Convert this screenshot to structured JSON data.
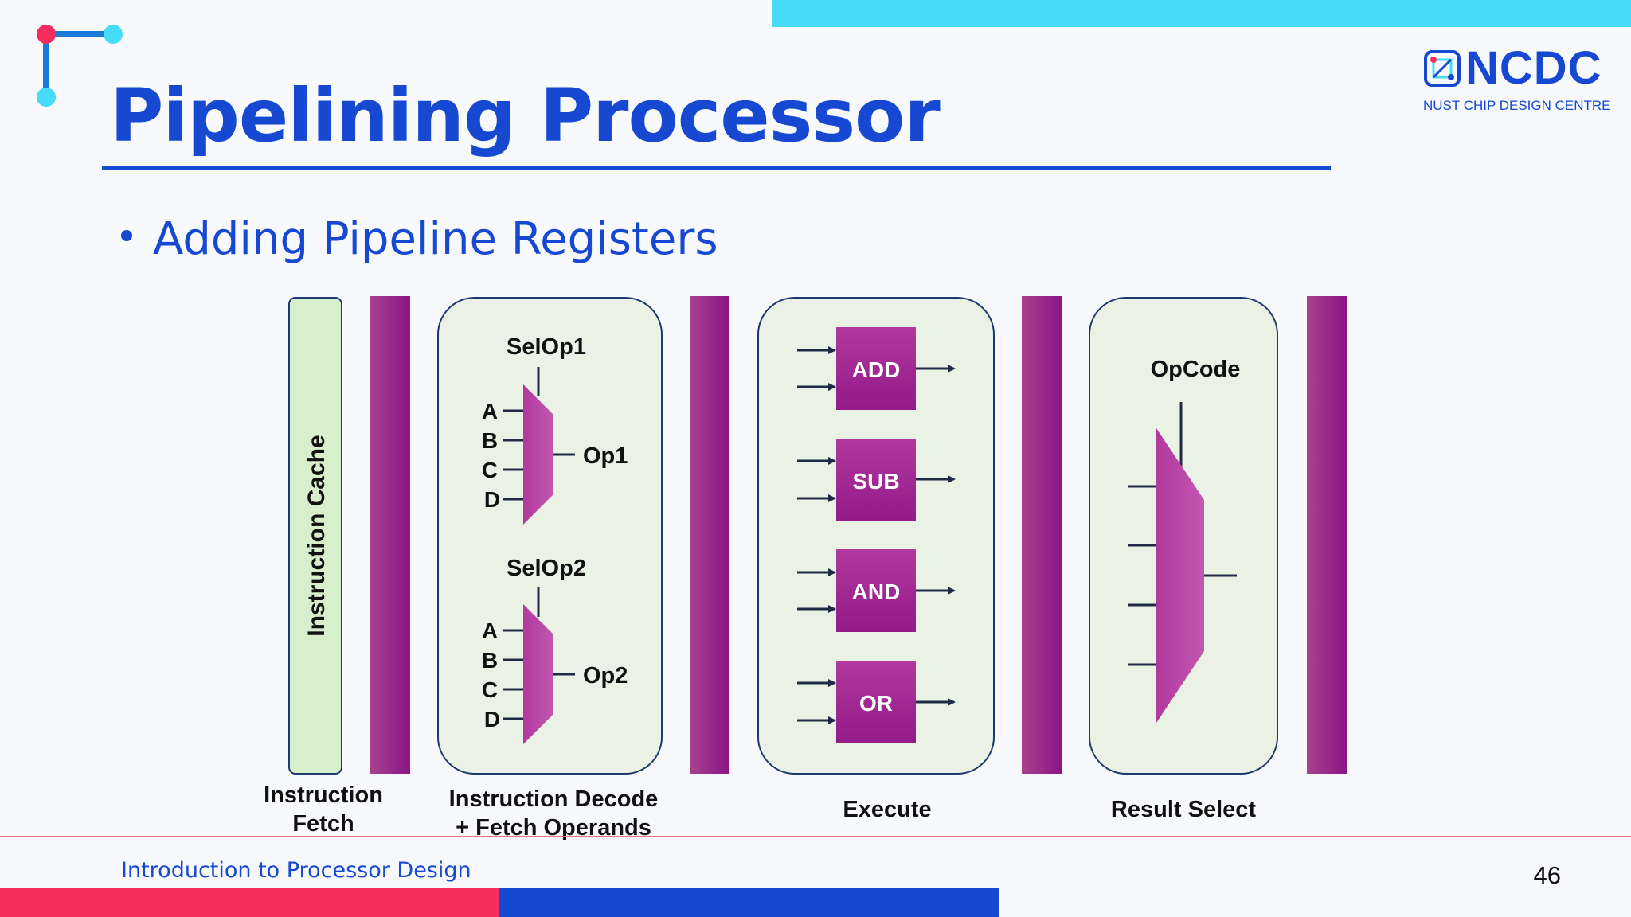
{
  "slide": {
    "title": "Pipelining Processor",
    "bullet": "Adding Pipeline Registers",
    "logo": {
      "name": "NCDC",
      "subtitle": "NUST CHIP DESIGN CENTRE",
      "icon": "chip-logo-icon"
    },
    "footer": "Introduction to Processor Design",
    "page_number": "46"
  },
  "colors": {
    "title": "#1648d2",
    "register": "#9b2b8e",
    "block_fill": "#e9f2e4",
    "cache_fill": "#d7efcd",
    "accent_cyan": "#47dbfa",
    "accent_red": "#f42d5c",
    "accent_blue": "#1648d2"
  },
  "diagram": {
    "stages": {
      "fetch": {
        "cache_label": "Instruction Cache",
        "label_line1": "Instruction",
        "label_line2": "Fetch"
      },
      "decode": {
        "mux1": {
          "select": "SelOp1",
          "inputs": [
            "A",
            "B",
            "C",
            "D"
          ],
          "output": "Op1"
        },
        "mux2": {
          "select": "SelOp2",
          "inputs": [
            "A",
            "B",
            "C",
            "D"
          ],
          "output": "Op2"
        },
        "label_line1": "Instruction Decode",
        "label_line2": "+ Fetch Operands"
      },
      "execute": {
        "units": [
          "ADD",
          "SUB",
          "AND",
          "OR"
        ],
        "label": "Execute"
      },
      "result": {
        "select": "OpCode",
        "label": "Result Select"
      }
    }
  }
}
